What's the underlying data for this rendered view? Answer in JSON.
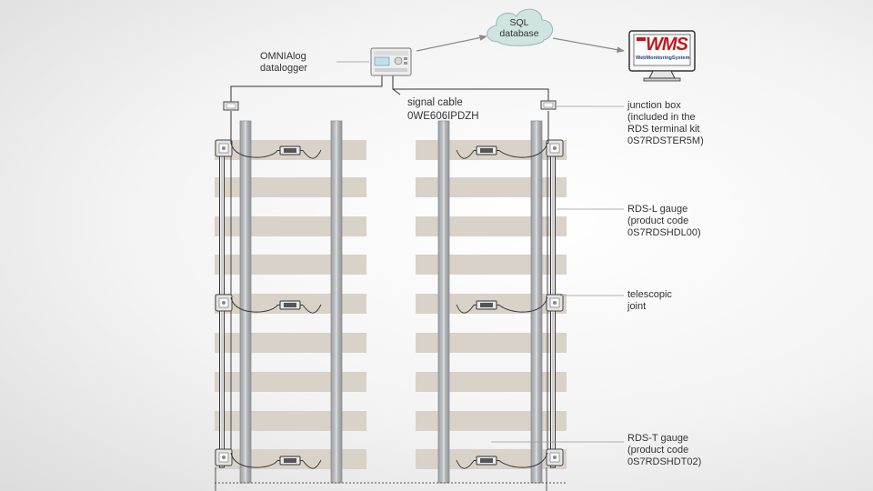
{
  "labels": {
    "datalogger": [
      "OMNIAlog",
      "datalogger"
    ],
    "database": [
      "SQL",
      "database"
    ],
    "wms_brand": "WMS",
    "wms_sub": "WebMonitoringSystem",
    "signal_cable": [
      "signal cable",
      "0WE606IPDZH"
    ],
    "junction_box": [
      "junction box",
      "(included in the",
      "RDS terminal kit",
      "0S7RDSTER5M)"
    ],
    "rdsl_gauge": [
      "RDS-L gauge",
      "(product code",
      "0S7RDSHDL00)"
    ],
    "telescopic_joint": [
      "telescopic",
      "joint"
    ],
    "rdst_gauge": [
      "RDS-T gauge",
      "(product code",
      "0S7RDSHDT02)"
    ]
  },
  "colors": {
    "sleeper": "#d8d2c8",
    "rail": "#b8bbbe",
    "rail_edge": "#8e9194",
    "cloud": "#cfe3e0",
    "cloud_stroke": "#98b8b4",
    "wms_red": "#c4161c",
    "wms_green": "#1f8a3a",
    "cable": "#333333"
  }
}
